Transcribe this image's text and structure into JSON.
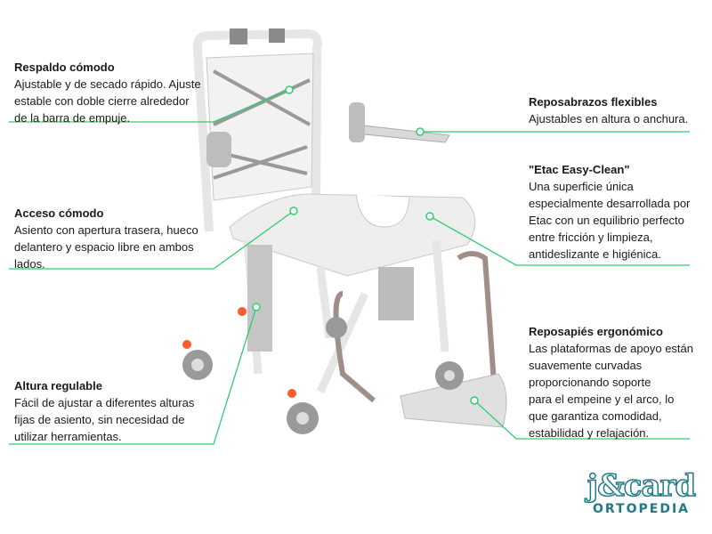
{
  "features": [
    {
      "title": "Respaldo cómodo",
      "description": "Ajustable y de secado rápido. Ajuste\nestable con doble cierre alrededor\nde la barra de empuje."
    },
    {
      "title": "Reposabrazos flexibles",
      "description": "Ajustables en altura o anchura."
    },
    {
      "title": "\"Etac Easy-Clean\"",
      "description": "Una superficie única\nespecialmente desarrollada por\nEtac con un equilibrio perfecto\nentre fricción y limpieza,\nantideslizante e higiénica."
    },
    {
      "title": "Acceso cómodo",
      "description": "Asiento con apertura trasera, hueco\ndelantero y espacio libre en ambos\nlados."
    },
    {
      "title": "Reposapiés ergonómico",
      "description": "Las plataformas de apoyo están\nsuavemente curvadas\nproporcionando soporte\npara el empeine y el arco, lo\nque garantiza  comodidad,\nestabilidad y relajación."
    },
    {
      "title": "Altura regulable",
      "description": "Fácil de ajustar a diferentes alturas\nfijas de asiento, sin necesidad de\nutilizar herramientas."
    }
  ],
  "logo": {
    "brand": "j&card",
    "subtitle": "ORTOPEDIA"
  },
  "colors": {
    "accent_line": "#2ecc71",
    "logo": "#1f7a86"
  }
}
